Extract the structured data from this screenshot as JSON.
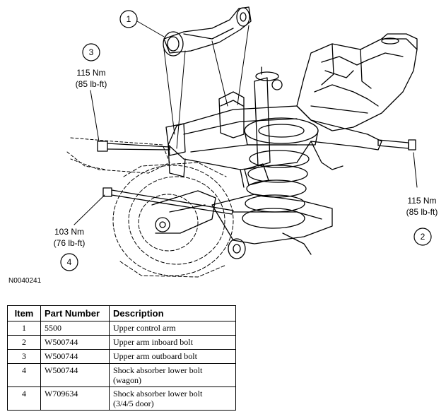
{
  "callouts": [
    {
      "num": "1",
      "lines": []
    },
    {
      "num": "3",
      "lines": [
        "115 Nm",
        "(85 lb-ft)"
      ]
    },
    {
      "num": "2",
      "lines": [
        "115 Nm",
        "(85 lb-ft)"
      ]
    },
    {
      "num": "4",
      "lines": [
        "103 Nm",
        "(76 lb-ft)"
      ]
    }
  ],
  "figure_id": "N0040241",
  "table": {
    "headers": [
      "Item",
      "Part Number",
      "Description"
    ],
    "rows": [
      {
        "item": "1",
        "part": "5500",
        "desc": [
          "Upper control arm"
        ]
      },
      {
        "item": "2",
        "part": "W500744",
        "desc": [
          "Upper arm inboard bolt"
        ]
      },
      {
        "item": "3",
        "part": "W500744",
        "desc": [
          "Upper arm outboard bolt"
        ]
      },
      {
        "item": "4",
        "part": "W500744",
        "desc": [
          "Shock absorber lower bolt",
          "(wagon)"
        ]
      },
      {
        "item": "4",
        "part": "W709634",
        "desc": [
          "Shock absorber lower bolt",
          "(3/4/5 door)"
        ]
      }
    ]
  }
}
